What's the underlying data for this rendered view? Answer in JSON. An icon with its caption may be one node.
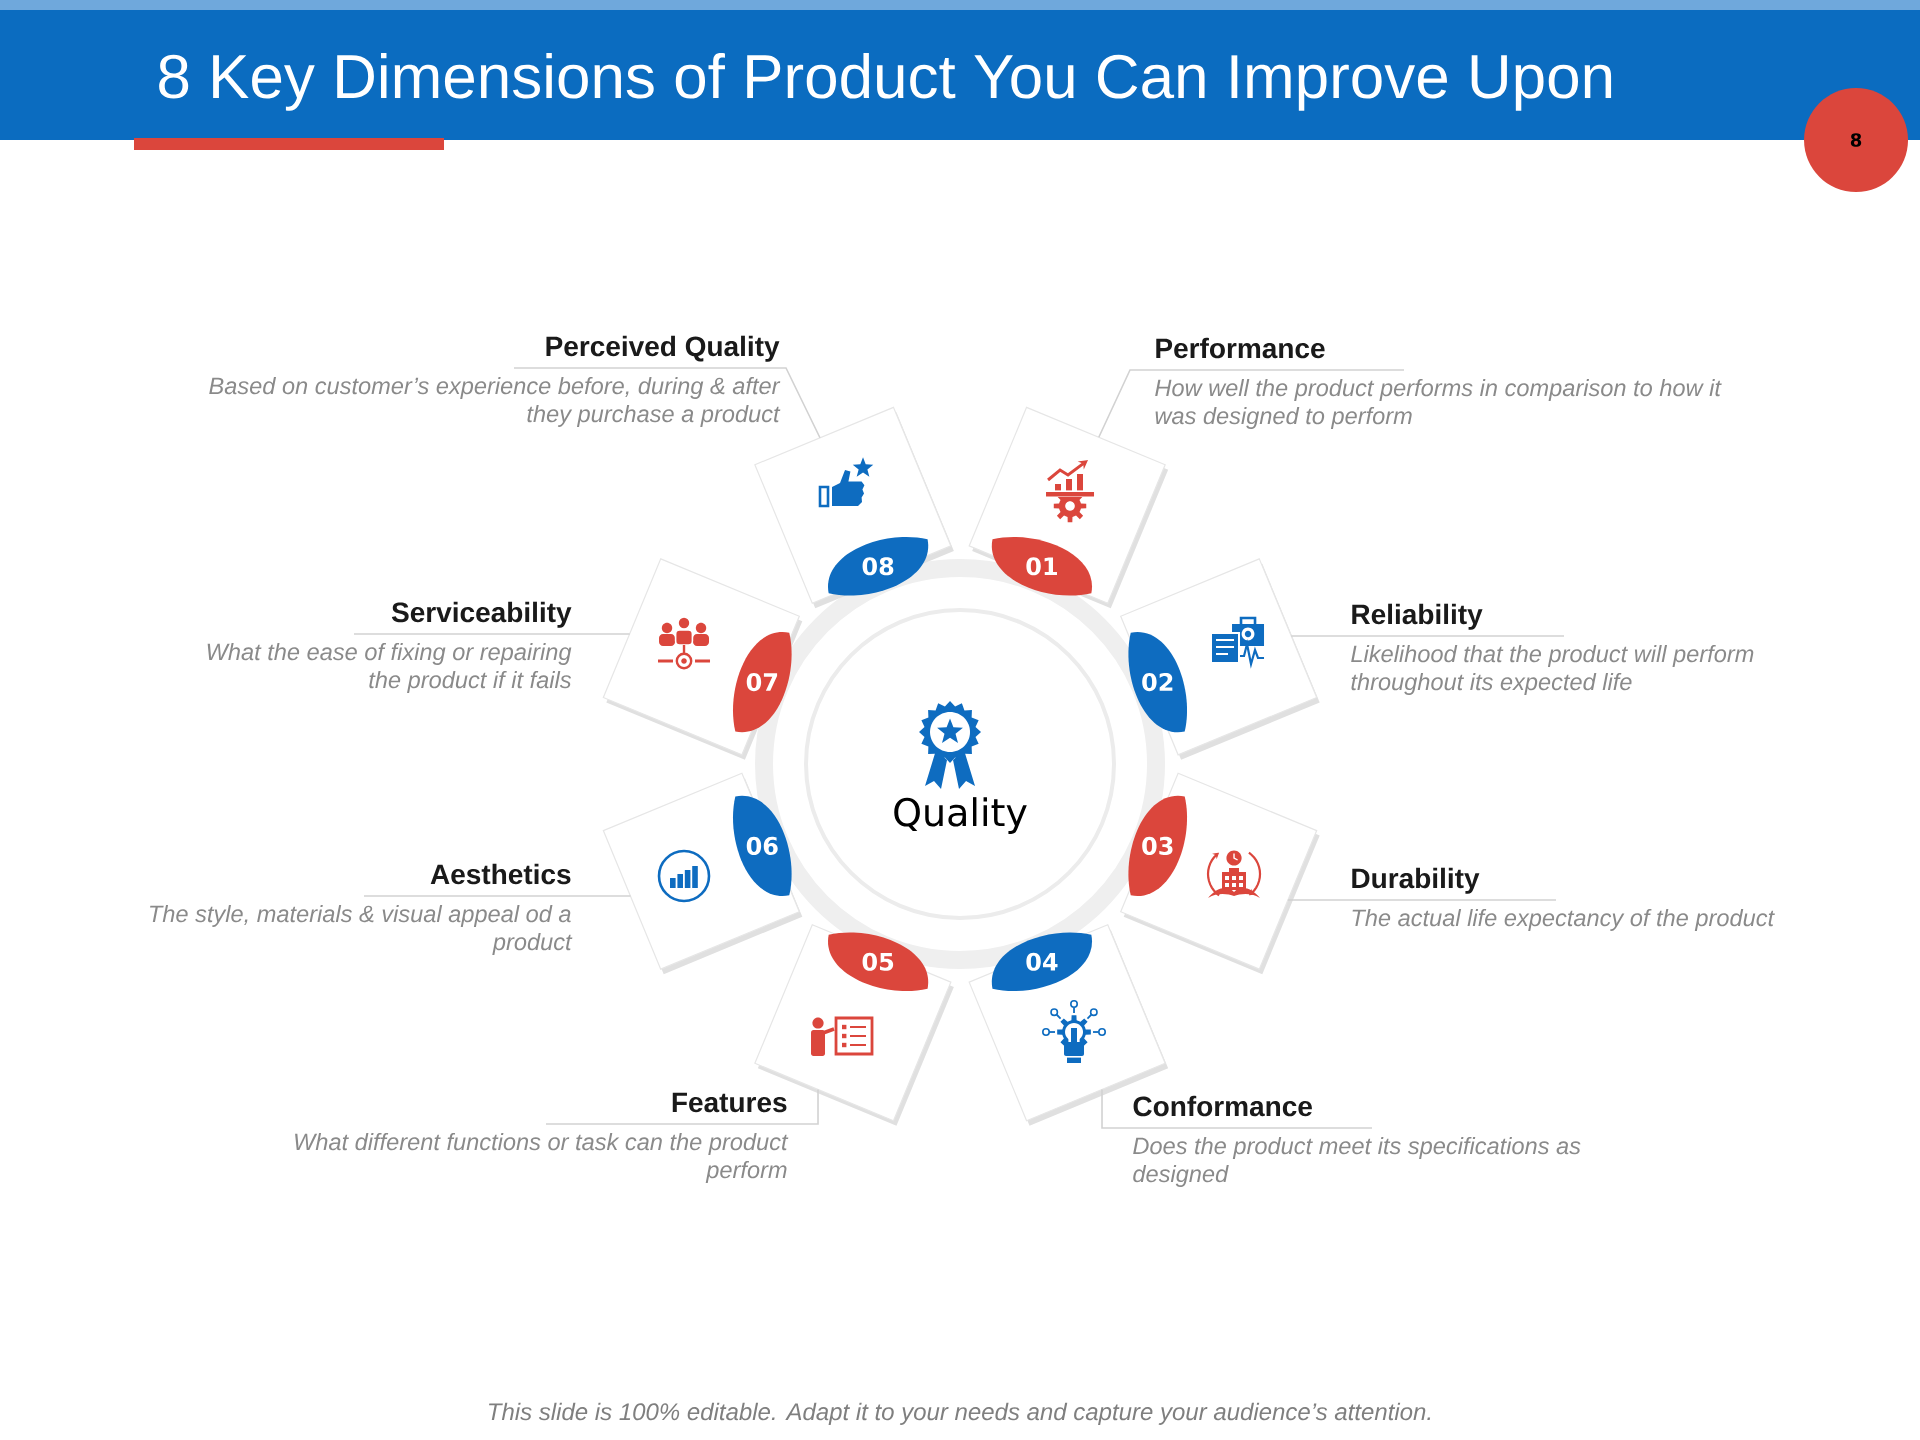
{
  "diagram": {
    "title": "8 Key Dimensions of Product You Can Improve Upon",
    "nodes": [
      {
        "text": [
          "Quality"
        ]
      },
      {
        "text": [
          "01"
        ]
      },
      {
        "text": [
          "02"
        ]
      },
      {
        "text": [
          "03"
        ]
      },
      {
        "text": [
          "04"
        ]
      },
      {
        "text": [
          "05"
        ]
      },
      {
        "text": [
          "06"
        ]
      },
      {
        "text": [
          "07"
        ]
      },
      {
        "text": [
          "08"
        ]
      },
      {
        "text": [
          "Performance",
          "How well the product performs in comparison to how it was designed to perform"
        ]
      },
      {
        "text": [
          "Reliability",
          "Likelihood that the product will perform throughout its expected life"
        ]
      },
      {
        "text": [
          "Durability",
          "The actual life expectancy of the product"
        ]
      },
      {
        "text": [
          "Conformance",
          "Does the product meet its specifications as designed"
        ]
      },
      {
        "text": [
          "Features",
          "What different functions or task can the product perform"
        ]
      },
      {
        "text": [
          "Aesthetics",
          "The style, materials & visual appeal od a product"
        ]
      },
      {
        "text": [
          "Serviceability",
          "What the ease of fixing or repairing the product if it fails"
        ]
      },
      {
        "text": [
          "Perceived Quality",
          "Based on customer’s experience before, during & after they purchase a product"
        ]
      }
    ],
    "edges": [
      {
        "from": 9,
        "to": 1,
        "arrow": "none"
      },
      {
        "from": 10,
        "to": 2,
        "arrow": "none"
      },
      {
        "from": 11,
        "to": 3,
        "arrow": "none"
      },
      {
        "from": 12,
        "to": 4,
        "arrow": "none"
      },
      {
        "from": 13,
        "to": 5,
        "arrow": "none"
      },
      {
        "from": 14,
        "to": 6,
        "arrow": "none"
      },
      {
        "from": 15,
        "to": 7,
        "arrow": "none"
      },
      {
        "from": 16,
        "to": 8,
        "arrow": "none"
      }
    ],
    "labels": [
      "8",
      "This slide is 100% editable. Adapt it to your needs and capture your audience’s attention."
    ]
  }
}
